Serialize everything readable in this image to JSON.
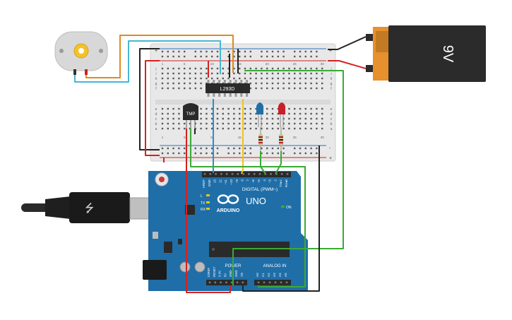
{
  "breadboard": {
    "row_letters_top": [
      "j",
      "i",
      "h",
      "g",
      "f"
    ],
    "row_letters_bottom": [
      "e",
      "d",
      "c",
      "b",
      "a"
    ],
    "column_labels": [
      "1",
      "5",
      "10",
      "15",
      "20",
      "25",
      "30"
    ],
    "rail_plus": "+",
    "rail_minus": "-"
  },
  "chip": {
    "label": "L293D"
  },
  "sensor": {
    "label": "TMP"
  },
  "battery": {
    "label": "9V"
  },
  "arduino": {
    "logo_text": "ARDUINO",
    "model_text": "UNO",
    "digital_header": "DIGITAL (PWM~)",
    "power_header": "POWER",
    "analog_header": "ANALOG IN",
    "on_label": "ON",
    "l_label": "L",
    "tx_label": "TX",
    "rx_label": "RX",
    "top_pins": [
      "AREF",
      "GND",
      "13",
      "12",
      "~11",
      "~10",
      "~9",
      "8",
      "7",
      "~6",
      "~5",
      "4",
      "~3",
      "2",
      "TX▸1",
      "RX◂0"
    ],
    "power_pins": [
      "IOREF",
      "RESET",
      "3.3V",
      "5V",
      "GND",
      "GND",
      "Vin"
    ],
    "analog_pins": [
      "A0",
      "A1",
      "A2",
      "A3",
      "A4",
      "A5"
    ]
  },
  "colors": {
    "board_blue": "#1f6ea8",
    "breadboard": "#e6e6e6",
    "wire_red": "#d62121",
    "wire_black": "#222222",
    "wire_green": "#3aaa35",
    "wire_orange": "#e08a1e",
    "wire_cyan": "#49b6d4",
    "wire_blue": "#2a8fcf",
    "wire_yellow": "#f0c419",
    "led_blue": "#1f6fa8",
    "led_red": "#c8202a",
    "battery_orange": "#e6902e"
  }
}
